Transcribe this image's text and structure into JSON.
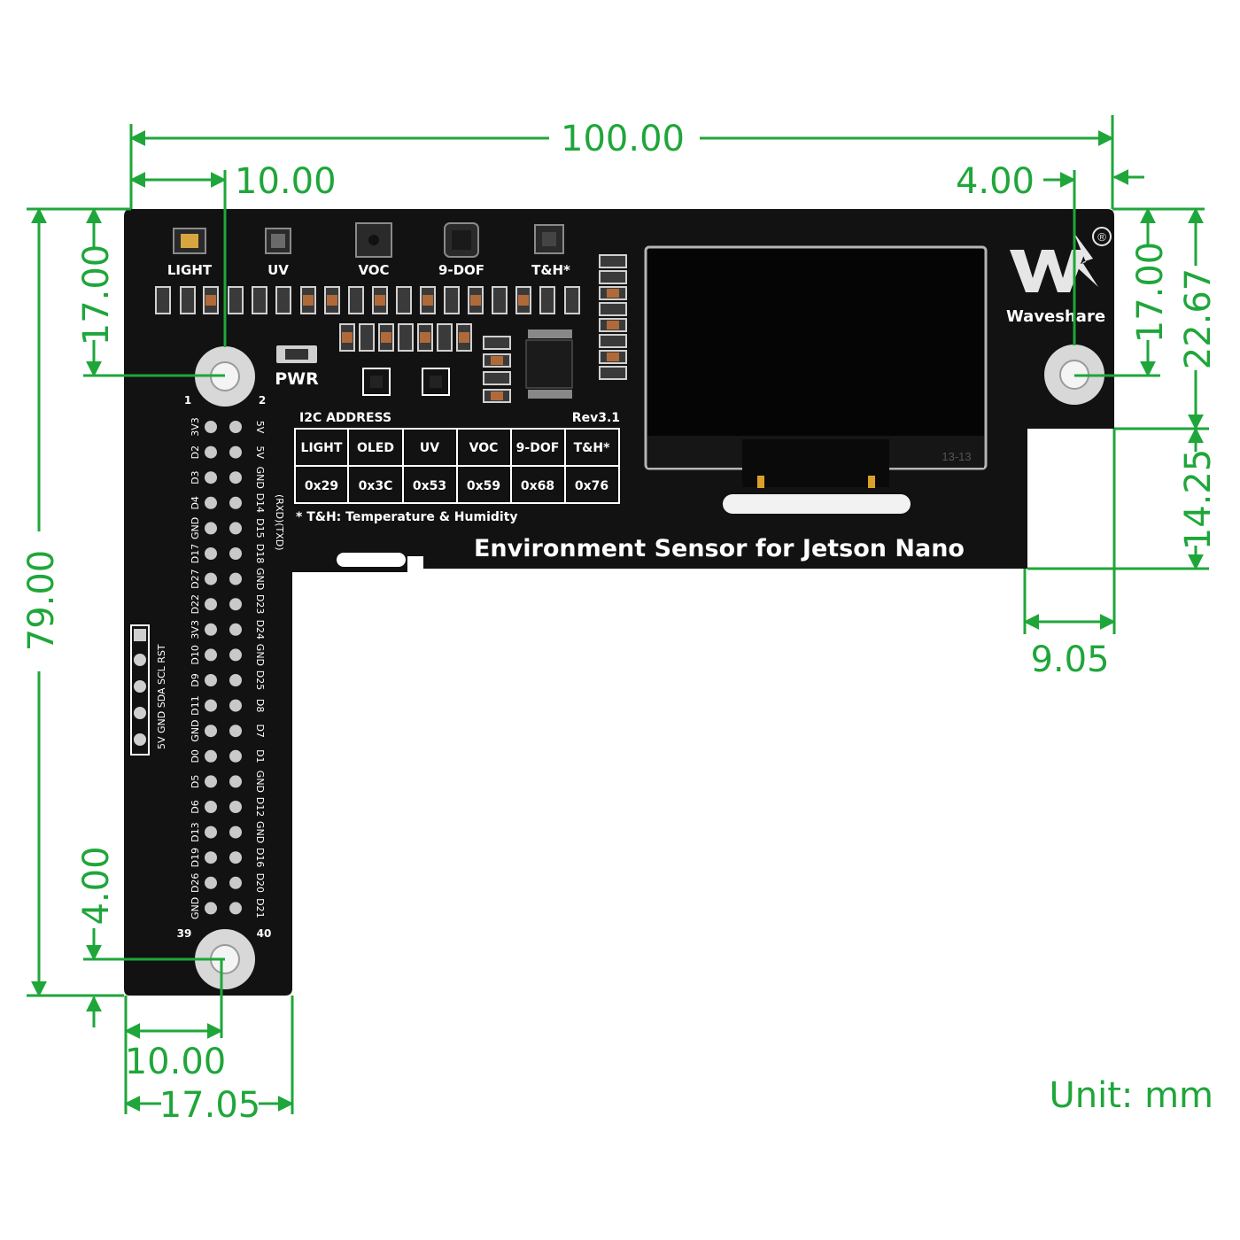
{
  "dimensions": {
    "overall_width": "100.00",
    "left_hole_offset_top": "10.00",
    "right_hole_offset": "4.00",
    "left_height_top": "17.00",
    "right_height_top": "17.00",
    "right_total_height": "22.67",
    "overall_height": "79.00",
    "bottom_hole_offset": "4.00",
    "right_tab_height": "14.25",
    "right_tab_width": "9.05",
    "bottom_hole_offset_x": "10.00",
    "bottom_width": "17.05"
  },
  "unit_label": "Unit: mm",
  "board": {
    "title": "Environment Sensor for Jetson Nano",
    "brand": "Waveshare",
    "registered": "®",
    "revision": "Rev3.1",
    "pwr_label": "PWR",
    "sensors": [
      "LIGHT",
      "UV",
      "VOC",
      "9-DOF",
      "T&H*"
    ],
    "i2c_title": "I2C ADDRESS",
    "i2c_headers": [
      "LIGHT",
      "OLED",
      "UV",
      "VOC",
      "9-DOF",
      "T&H*"
    ],
    "i2c_values": [
      "0x29",
      "0x3C",
      "0x53",
      "0x59",
      "0x68",
      "0x76"
    ],
    "footnote": "* T&H: Temperature & Humidity",
    "oled_marking": "13-13",
    "pin1": "1",
    "pin2": "2",
    "pin39": "39",
    "pin40": "40",
    "header_left_labels": [
      "3V3",
      "D2",
      "D3",
      "D4",
      "GND",
      "D17",
      "D27",
      "D22",
      "3V3",
      "D10",
      "D9",
      "D11",
      "GND",
      "D0",
      "D5",
      "D6",
      "D13",
      "D19",
      "D26",
      "GND"
    ],
    "header_right_labels": [
      "5V",
      "5V",
      "GND",
      "D14",
      "D15",
      "D18",
      "GND",
      "D23",
      "D24",
      "GND",
      "D25",
      "D8",
      "D7",
      "D1",
      "GND",
      "D12",
      "GND",
      "D16",
      "D20",
      "D21"
    ],
    "rx_tx_label": "(RXD)(TXD)",
    "side_connector_label": "5V GND SDA SCL RST"
  },
  "colors": {
    "dimension": "#1fa63a",
    "pcb": "#121212",
    "silkscreen": "#ffffff"
  }
}
